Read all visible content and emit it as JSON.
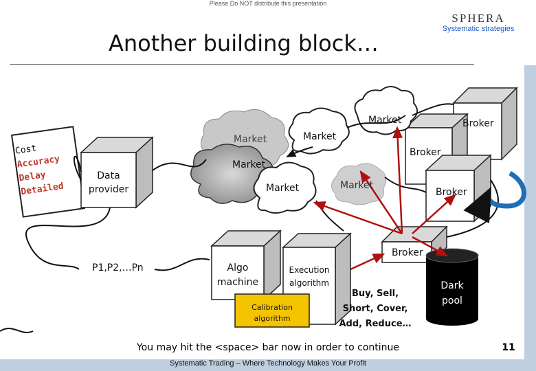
{
  "notice": "Please Do NOT distribute this presentation",
  "title": "Another building block…",
  "brand": {
    "name": "SPHERA",
    "tagline": "Systematic strategies"
  },
  "note_card": {
    "lines": [
      "Cost",
      "Accuracy",
      "Delay",
      "Detailed"
    ],
    "color": "#c0392b"
  },
  "data_provider": "Data\nprovider",
  "prices": "P1,P2,…Pn",
  "algo_machine": "Algo\nmachine",
  "execution": "Execution\nalgorithm",
  "calibration": "Calibration\nalgorithm",
  "markets": {
    "m1": "Market",
    "m2": "Market",
    "m3": "Market",
    "m4": "Market",
    "m5": "Market",
    "m6": "Market"
  },
  "brokers": {
    "b1": "Broker",
    "b2": "Broker",
    "b3": "Broker",
    "b4": "Broker"
  },
  "orders": "Buy, Sell,\nShort, Cover,\nAdd, Reduce…",
  "dark_pool": "Dark\npool",
  "footer": "You may hit the <space> bar now in order to continue",
  "page_number": "11",
  "bottom_text": "Systematic Trading – Where Technology Makes Your Profit",
  "colors": {
    "arrow_red": "#b01010",
    "accent_blue": "#1f6fb8",
    "calibration_fill": "#f5c400"
  }
}
